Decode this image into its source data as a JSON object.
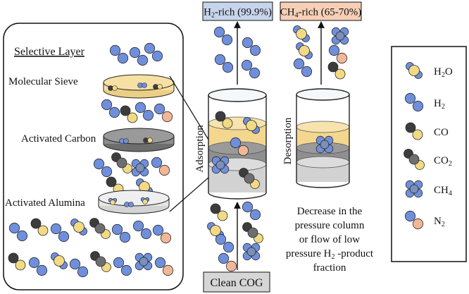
{
  "colors": {
    "h2o_yellow": "#f2da84",
    "h2_blue": "#6f8fdc",
    "co_gray": "#3c3c3c",
    "n2_peach": "#f2b797",
    "h2_box": "#c7d5ec",
    "ch4_box": "#f6cfb6",
    "cog_box": "#d6d6d6",
    "sieve": "#f7e0a3",
    "carbon": "#8c8c8c",
    "alumina": "#e6e6e6"
  },
  "selective_panel": {
    "title": "Selective Layer",
    "layers": [
      "Molecular Sieve",
      "Activated Carbon",
      "Activated Alumina"
    ]
  },
  "columns": {
    "adsorption": {
      "label": "Adsorption",
      "output_main": "H",
      "output_sub": "2",
      "output_rest": "-rich (99.9%)"
    },
    "desorption": {
      "label": "Desorption",
      "output_main": "CH",
      "output_sub": "4",
      "output_rest": "-rich (65-70%)"
    }
  },
  "feed": {
    "label": "Clean COG"
  },
  "desorption_note": {
    "line1": "Decrease in the",
    "line2": "pressure column",
    "line3": "or flow of low",
    "line4_a": "pressure H",
    "line4_sub": "2",
    "line4_b": " -product",
    "line5": "fraction"
  },
  "legend": {
    "items": [
      {
        "main": "H",
        "sub": "2",
        "rest": "O",
        "icon": "h2o-molecule-icon"
      },
      {
        "main": "H",
        "sub": "2",
        "rest": "",
        "icon": "h2-molecule-icon"
      },
      {
        "main": "CO",
        "sub": "",
        "rest": "",
        "icon": "co-molecule-icon"
      },
      {
        "main": "CO",
        "sub": "2",
        "rest": "",
        "icon": "co2-molecule-icon"
      },
      {
        "main": "CH",
        "sub": "4",
        "rest": "",
        "icon": "ch4-molecule-icon"
      },
      {
        "main": "N",
        "sub": "2",
        "rest": "",
        "icon": "n2-molecule-icon"
      }
    ]
  }
}
